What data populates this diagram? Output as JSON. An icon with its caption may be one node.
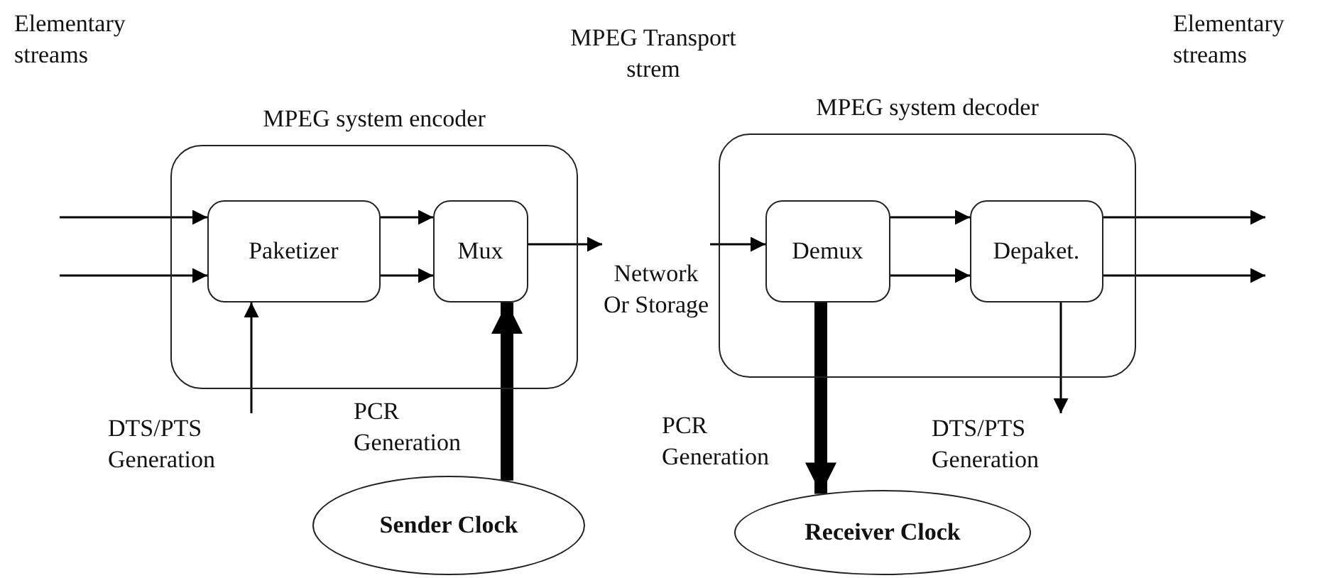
{
  "diagram": {
    "nodes": [
      {
        "text": [
          "MPEG system encoder"
        ]
      },
      {
        "text": [
          "Paketizer"
        ],
        "in": 0
      },
      {
        "text": [
          "Mux"
        ],
        "in": 0
      },
      {
        "text": [
          "MPEG system decoder"
        ]
      },
      {
        "text": [
          "Demux"
        ],
        "in": 3
      },
      {
        "text": [
          "Depaket."
        ],
        "in": 3
      },
      {
        "text": [
          "Sender Clock"
        ]
      },
      {
        "text": [
          "Receiver Clock"
        ]
      },
      {
        "text": [
          "DTS/PTS Generation"
        ]
      },
      {
        "text": [
          "DTS/PTS Generation"
        ]
      },
      {
        "text": [
          "Network Or Storage"
        ]
      }
    ],
    "edges": [
      {
        "from": null,
        "to": 1,
        "arrow": "to"
      },
      {
        "from": null,
        "to": 1,
        "arrow": "to"
      },
      {
        "from": 1,
        "to": 2,
        "arrow": "to"
      },
      {
        "from": 1,
        "to": 2,
        "arrow": "to"
      },
      {
        "from": 2,
        "to": 10,
        "arrow": "to"
      },
      {
        "from": 10,
        "to": 4,
        "arrow": "to"
      },
      {
        "from": 4,
        "to": 5,
        "arrow": "to"
      },
      {
        "from": 4,
        "to": 5,
        "arrow": "to"
      },
      {
        "from": 5,
        "to": null,
        "arrow": "to"
      },
      {
        "from": 5,
        "to": null,
        "arrow": "to"
      },
      {
        "from": 8,
        "to": 1,
        "arrow": "to"
      },
      {
        "from": 6,
        "to": 2,
        "arrow": "to",
        "label": "PCR Generation",
        "style": "thick"
      },
      {
        "from": 4,
        "to": 7,
        "arrow": "to",
        "label": "PCR Generation",
        "style": "thick"
      },
      {
        "from": 5,
        "to": 9,
        "arrow": "to"
      }
    ],
    "labels": [
      "Elementary streams",
      "MPEG Transport strem",
      "Elementary streams"
    ]
  }
}
